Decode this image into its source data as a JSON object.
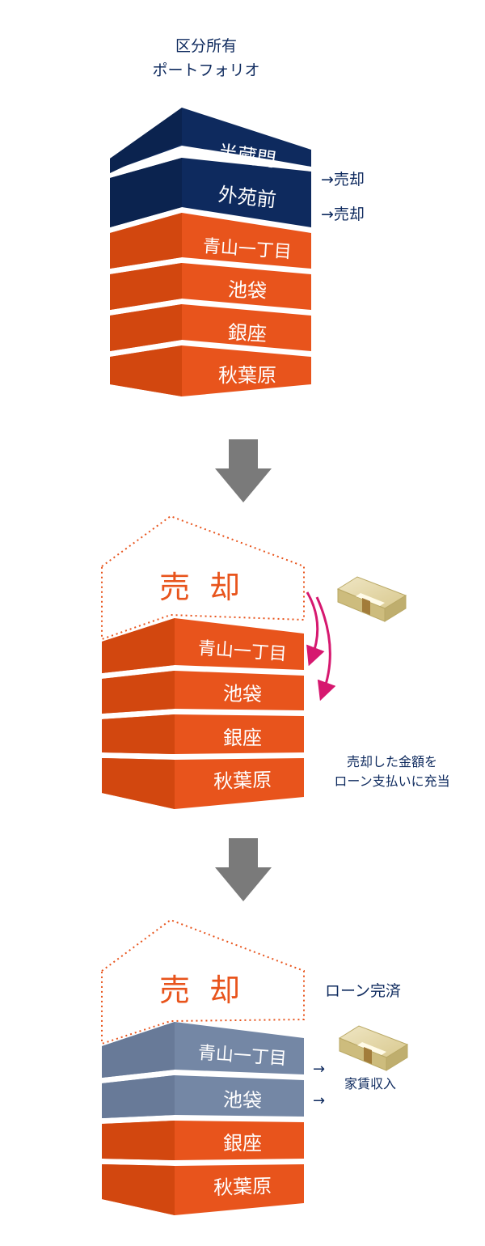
{
  "colors": {
    "navy": "#0e2a5e",
    "orange": "#e8541c",
    "orange_shade": "#c8440f",
    "slate": "#7487a5",
    "arrow_gray": "#7a7a7a",
    "magenta": "#d6186f"
  },
  "stage1": {
    "title_line1": "区分所有",
    "title_line2": "ポートフォリオ",
    "segments": [
      "半蔵門",
      "外苑前",
      "青山一丁目",
      "池袋",
      "銀座",
      "秋葉原"
    ],
    "sold_arrow_1": "→売却",
    "sold_arrow_2": "→売却"
  },
  "stage2": {
    "sold_label": "売 却",
    "segments": [
      "青山一丁目",
      "池袋",
      "銀座",
      "秋葉原"
    ],
    "note_line1": "売却した金額を",
    "note_line2": "ローン支払いに充当",
    "money_icon": "cash-bundle-icon",
    "curved_arrow_icon": "curved-arrow-icon"
  },
  "stage3": {
    "sold_label": "売 却",
    "loan_done": "ローン完済",
    "segments": [
      "青山一丁目",
      "池袋",
      "銀座",
      "秋葉原"
    ],
    "rent_arrow_1": "→",
    "rent_arrow_2": "→",
    "rent_income": "家賃収入",
    "money_icon": "cash-bundle-icon"
  },
  "transition_icon": "down-arrow-icon"
}
